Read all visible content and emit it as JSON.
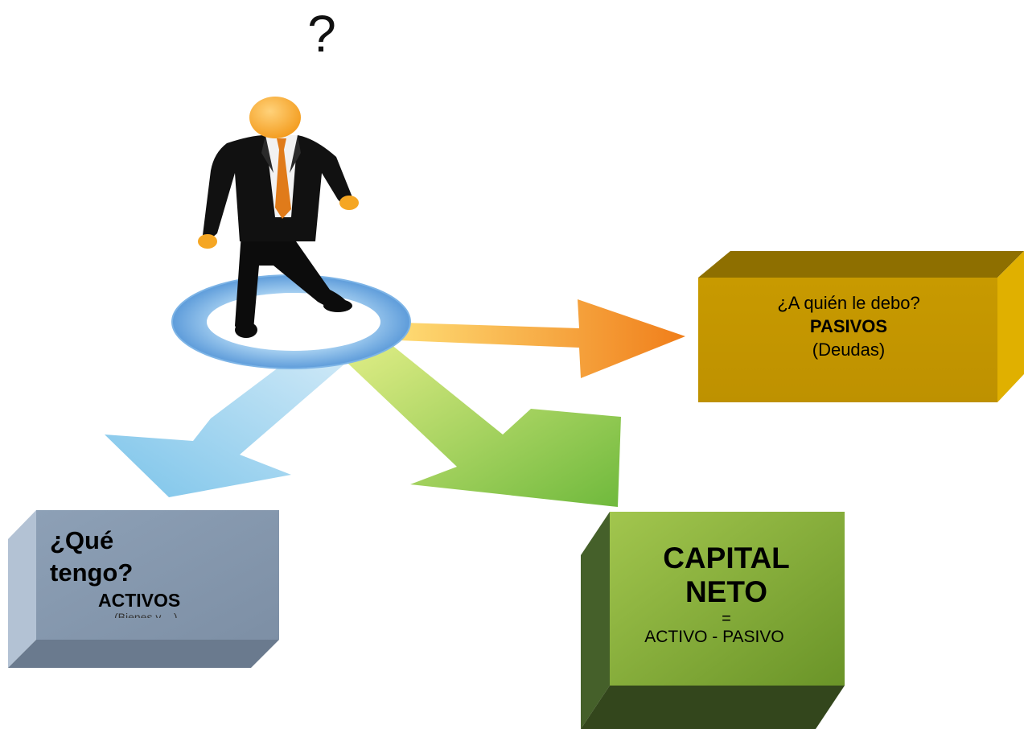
{
  "header": {
    "question_mark": "?"
  },
  "pasivos": {
    "question": "¿A quién le debo?",
    "title": "PASIVOS",
    "subtitle": "(Deudas)",
    "color": "#C49A00"
  },
  "activos": {
    "question_line1": "¿Qué",
    "question_line2": "tengo?",
    "title": "ACTIVOS",
    "cut_text": "(Bienes y ...)",
    "color": "#8A9BB0"
  },
  "capital": {
    "title_line1": "CAPITAL",
    "title_line2": "NETO",
    "equals": "=",
    "formula": "ACTIVO - PASIVO",
    "color": "#8DB33E"
  },
  "icons": {
    "figure": "businessman-icon",
    "ring": "ring-platform",
    "arrows": [
      "arrow-right-orange",
      "arrow-down-left-blue",
      "arrow-down-right-green"
    ]
  }
}
